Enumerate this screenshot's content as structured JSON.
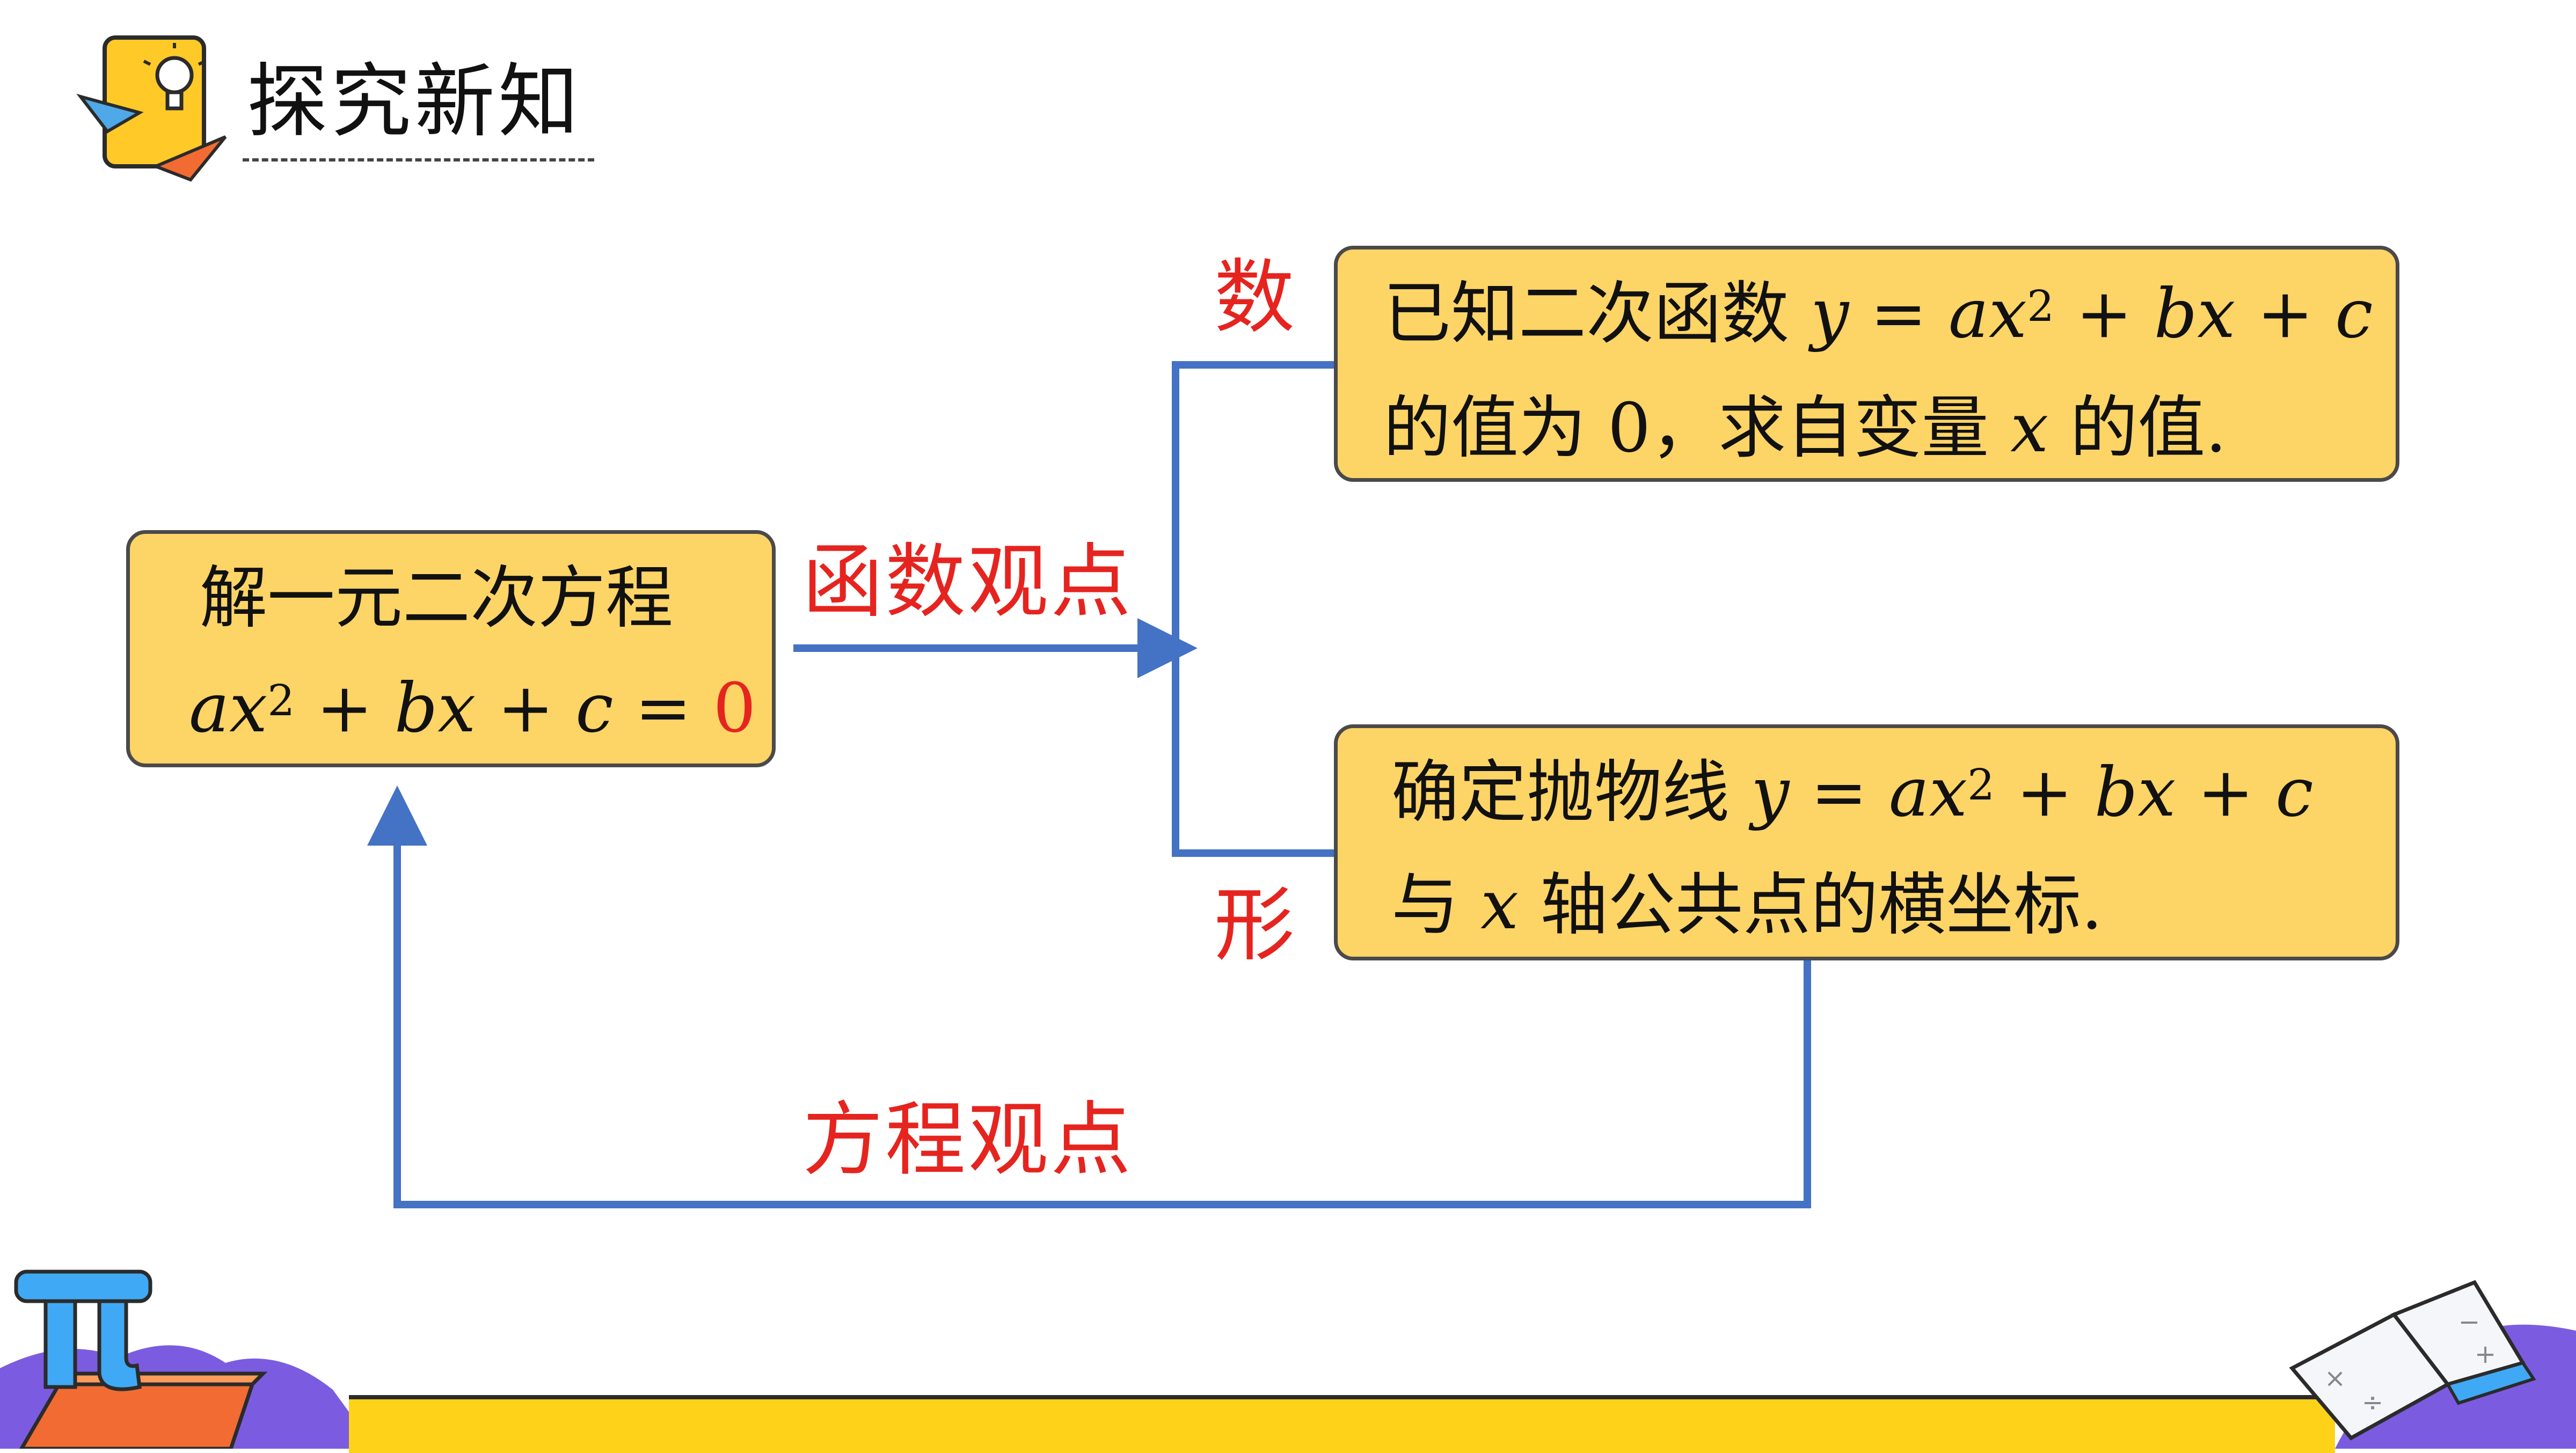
{
  "header": {
    "title": "探究新知"
  },
  "left_box": {
    "line1": "解一元二次方程",
    "equation_lhs": "ax",
    "exp": "2",
    "equation_mid": " + bx + c = ",
    "equation_rhs": "0"
  },
  "top_right_box": {
    "line1_text": "已知二次函数 ",
    "line1_math": "y = ax",
    "exp": "2",
    "line1_math_tail": " + bx + c",
    "line2_text_a": "的值为 0，求自变量 ",
    "line2_math": "x",
    "line2_text_b": " 的值."
  },
  "bottom_right_box": {
    "line1_text": "确定抛物线 ",
    "line1_math": "y = ax",
    "exp": "2",
    "line1_math_tail": " + bx + c",
    "line2_text_a": "与 ",
    "line2_math": "x",
    "line2_text_b": " 轴公共点的横坐标."
  },
  "labels": {
    "function_view": "函数观点",
    "equation_view": "方程观点",
    "number": "数",
    "shape": "形"
  },
  "colors": {
    "box_fill": "#FDD466",
    "arrow": "#4472C4",
    "highlight_red": "#E6241F"
  },
  "icons": [
    "lightbulb-icon",
    "paper-plane-icon",
    "pi-icon",
    "open-book-icon"
  ]
}
